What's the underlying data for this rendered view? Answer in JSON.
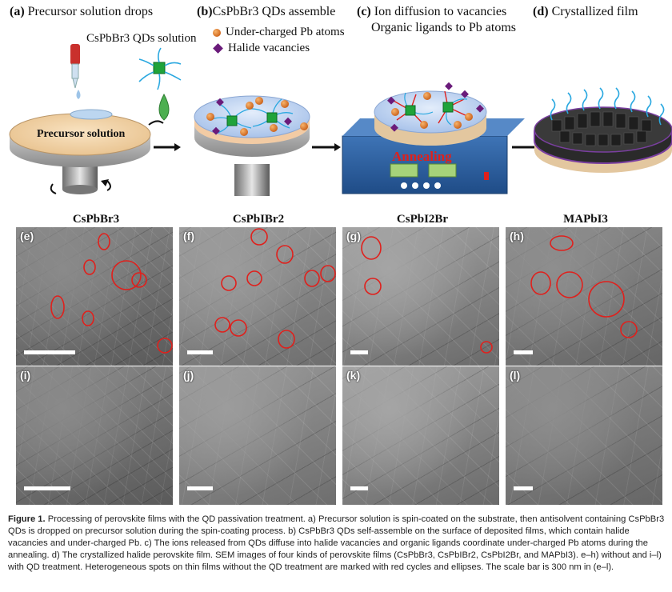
{
  "panels": {
    "a": {
      "letter": "(a)",
      "title": "Precursor solution drops",
      "solution_label": "CsPbBr3 QDs solution",
      "disk_label": "Precursor solution"
    },
    "b": {
      "letter": "(b)",
      "title": "CsPbBr3 QDs assemble"
    },
    "c": {
      "letter": "(c)",
      "title_line1": "Ion diffusion to vacancies",
      "title_line2": "Organic ligands to Pb atoms",
      "annealing_label": "Annealing"
    },
    "d": {
      "letter": "(d)",
      "title": "Crystallized film"
    }
  },
  "legend": {
    "pb_atoms": "Under-charged Pb atoms",
    "halide_vacancies": "Halide vacancies"
  },
  "columns": [
    "CsPbBr3",
    "CsPbIBr2",
    "CsPbI2Br",
    "MAPbI3"
  ],
  "sem_panels": {
    "top": [
      "(e)",
      "(f)",
      "(g)",
      "(h)"
    ],
    "bottom": [
      "(i)",
      "(j)",
      "(k)",
      "(l)"
    ]
  },
  "caption": {
    "figure": "Figure 1.",
    "text": "Processing of perovskite films with the QD passivation treatment. a) Precursor solution is spin-coated on the substrate, then antisolvent containing CsPbBr3 QDs is dropped on precursor solution during the spin-coating process. b) CsPbBr3 QDs self-assemble on the surface of deposited films, which contain halide vacancies and under-charged Pb. c) The ions released from QDs diffuse into halide vacancies and organic ligands coordinate under-charged Pb atoms during the annealing. d) The crystallized halide perovskite film. SEM images of four kinds of perovskite films (CsPbBr3, CsPbIBr2, CsPbI2Br, and MAPbI3). e–h) without and i–l) with QD treatment. Heterogeneous spots on thin films without the QD treatment are marked with red cycles and ellipses. The scale bar is 300 nm in (e–l)."
  },
  "colors": {
    "defect_marker": "#e0201c",
    "annealing_text": "#e0201c",
    "qd_green": "#1fa33a",
    "ligand_blue": "#2aa8e0"
  }
}
